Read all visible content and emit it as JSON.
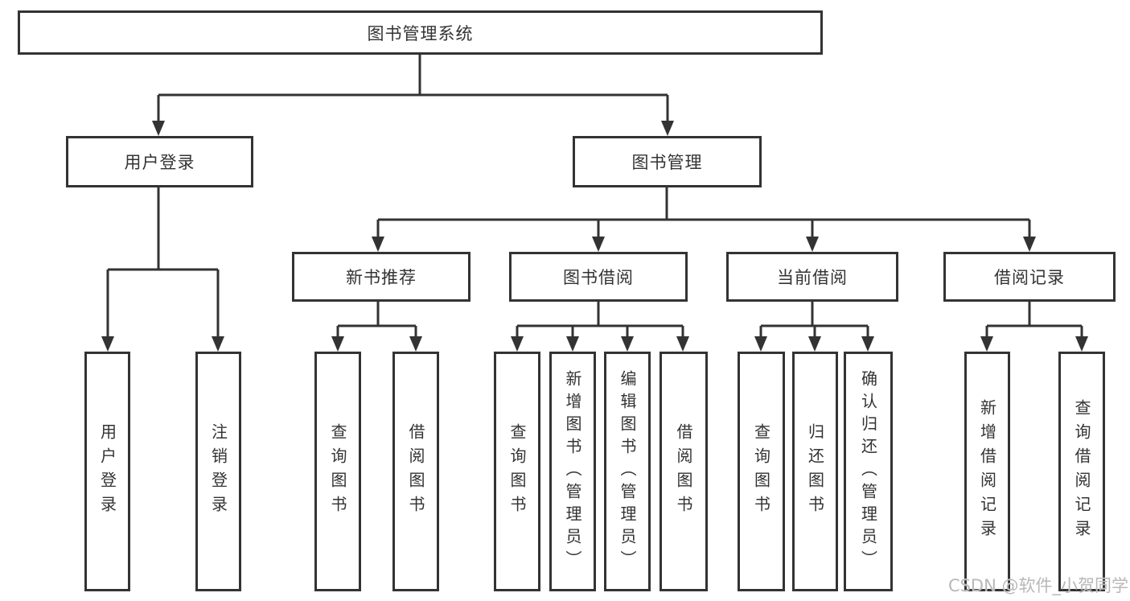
{
  "diagram": {
    "nodes": {
      "root": "图书管理系统",
      "l1_user_login": "用户登录",
      "l1_book_mgmt": "图书管理",
      "l2_new_books": "新书推荐",
      "l2_book_borrow": "图书借阅",
      "l2_current_borrow": "当前借阅",
      "l2_borrow_records": "借阅记录",
      "leaf_user_login": "用户登录",
      "leaf_logout": "注销登录",
      "leaf_nb_query": "查询图书",
      "leaf_nb_borrow": "借阅图书",
      "leaf_bb_query": "查询图书",
      "leaf_bb_add": "新增图书（管理员）",
      "leaf_bb_edit": "编辑图书（管理员）",
      "leaf_bb_borrow": "借阅图书",
      "leaf_cb_query": "查询图书",
      "leaf_cb_return": "归还图书",
      "leaf_cb_confirm": "确认归还（管理员）",
      "leaf_br_add": "新增借阅记录",
      "leaf_br_query": "查询借阅记录"
    },
    "hierarchy": {
      "root": [
        "l1_user_login",
        "l1_book_mgmt"
      ],
      "l1_user_login": [
        "leaf_user_login",
        "leaf_logout"
      ],
      "l1_book_mgmt": [
        "l2_new_books",
        "l2_book_borrow",
        "l2_current_borrow",
        "l2_borrow_records"
      ],
      "l2_new_books": [
        "leaf_nb_query",
        "leaf_nb_borrow"
      ],
      "l2_book_borrow": [
        "leaf_bb_query",
        "leaf_bb_add",
        "leaf_bb_edit",
        "leaf_bb_borrow"
      ],
      "l2_current_borrow": [
        "leaf_cb_query",
        "leaf_cb_return",
        "leaf_cb_confirm"
      ],
      "l2_borrow_records": [
        "leaf_br_add",
        "leaf_br_query"
      ]
    }
  },
  "watermark": {
    "text": "CSDN @软件_小贺同学"
  },
  "colors": {
    "line": "#333333",
    "text": "#333333",
    "background": "#ffffff",
    "watermark": "#b8b8b8"
  }
}
